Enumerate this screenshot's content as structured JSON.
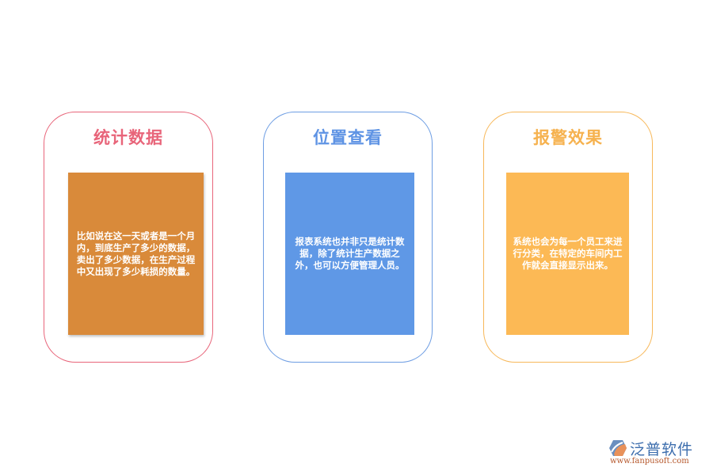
{
  "cards": [
    {
      "title": "统计数据",
      "text": "比如说在这一天或者是一个月内，到底生产了多少的数据，卖出了多少数据，在生产过程中又出现了多少耗损的数量。",
      "border_color": "#e8657a",
      "box_color": "#d98a3a"
    },
    {
      "title": "位置查看",
      "text": "报表系统也并非只是统计数据，除了统计生产数据之外，也可以方便管理人员。",
      "border_color": "#6d9de3",
      "box_color": "#5f98e6"
    },
    {
      "title": "报警效果",
      "text": "系统也会为每一个员工来进行分类，在特定的车间内工作就会直接显示出来。",
      "border_color": "#f7b85a",
      "box_color": "#fcb955"
    }
  ],
  "logo": {
    "name": "泛普软件",
    "url": "www.fanpusoft.com"
  }
}
